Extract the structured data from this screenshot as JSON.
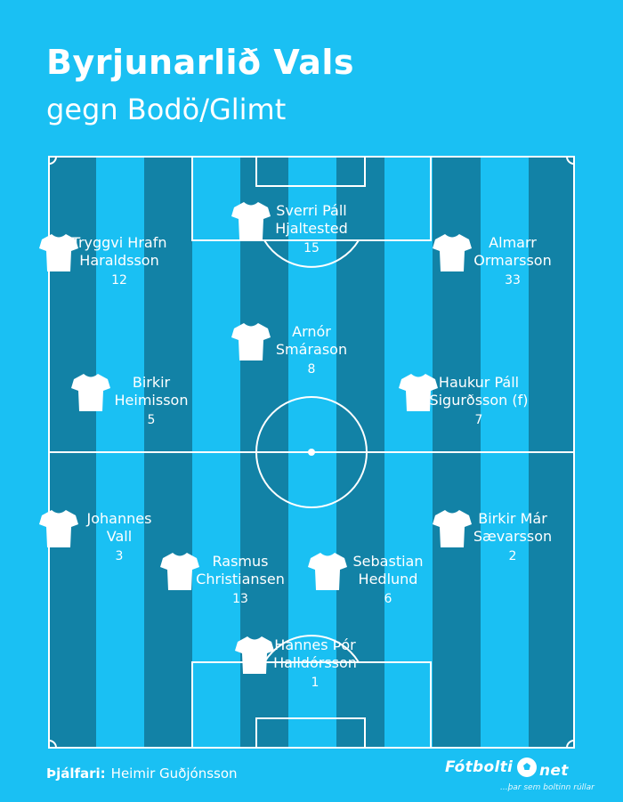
{
  "title": "Byrjunarlið Vals",
  "subtitle": "gegn Bodö/Glimt",
  "colors": {
    "background": "#1ac0f3",
    "stripe_dark": "#1282a6",
    "stripe_light": "#1ac0f3",
    "lines": "#ffffff"
  },
  "players": [
    {
      "name": "Sverri Páll\nHjaltested",
      "number": "15"
    },
    {
      "name": "Tryggvi Hrafn\nHaraldsson",
      "number": "12"
    },
    {
      "name": "Almarr\nOrmarsson",
      "number": "33"
    },
    {
      "name": "Arnór\nSmárason",
      "number": "8"
    },
    {
      "name": "Birkir\nHeimisson",
      "number": "5"
    },
    {
      "name": "Haukur Páll\nSigurðsson (f)",
      "number": "7"
    },
    {
      "name": "Johannes\nVall",
      "number": "3"
    },
    {
      "name": "Birkir Már\nSævarsson",
      "number": "2"
    },
    {
      "name": "Rasmus\nChristiansen",
      "number": "13"
    },
    {
      "name": "Sebastian\nHedlund",
      "number": "6"
    },
    {
      "name": "Hannes Þór\nHalldórsson",
      "number": "1"
    }
  ],
  "coach": {
    "label": "Þjálfari:",
    "name": "Heimir Guðjónsson"
  },
  "logo": {
    "brand_left": "Fótbolti",
    "brand_right": "net",
    "tagline": "...þar sem boltinn rúllar",
    "icon": "soccer-ball-icon"
  }
}
